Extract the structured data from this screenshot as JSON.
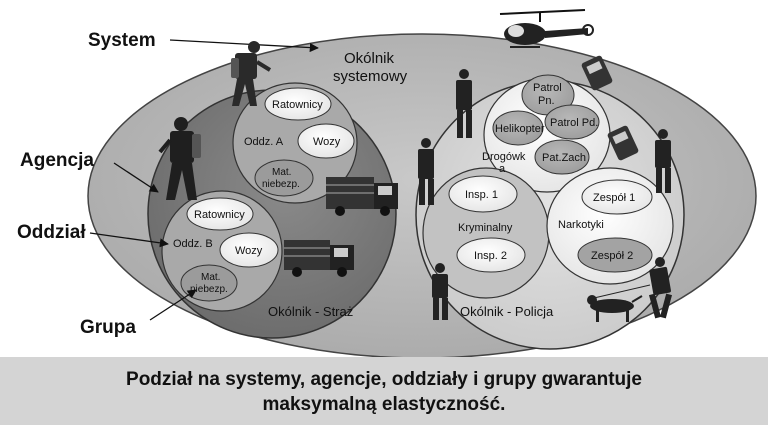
{
  "labels": {
    "system": "System",
    "agencja": "Agencja",
    "oddzial": "Oddział",
    "grupa": "Grupa"
  },
  "system_circular": [
    "Okólnik",
    "systemowy"
  ],
  "straz": {
    "circular": "Okólnik - Straż",
    "oddz_a": {
      "name": "Oddz. A",
      "groups": [
        "Ratownicy",
        "Wozy"
      ],
      "mat": [
        "Mat.",
        "niebezp."
      ]
    },
    "oddz_b": {
      "name": "Oddz. B",
      "groups": [
        "Ratownicy",
        "Wozy"
      ],
      "mat": [
        "Mat.",
        "niebezp."
      ]
    }
  },
  "policja": {
    "circular": "Okólnik - Policja",
    "drogowka": {
      "name": [
        "Drogówk",
        "a"
      ],
      "groups": [
        "Patrol",
        "Pn.",
        "Helikopter",
        "Patrol Pd.",
        "Pat.Zach"
      ]
    },
    "kryminalny": {
      "name": "Kryminalny",
      "groups": [
        "Insp. 1",
        "Insp. 2"
      ]
    },
    "narkotyki": {
      "name": "Narkotyki",
      "groups": [
        "Zespół 1",
        "Zespół 2"
      ]
    }
  },
  "caption": {
    "line1": "Podział na systemy, agencje, oddziały i grupy gwarantuje",
    "line2": "maksymalną elastyczność."
  },
  "icons": [
    "helicopter-icon",
    "firefighter-icon",
    "fire-truck-icon",
    "police-officer-icon",
    "police-car-icon",
    "police-dog-icon"
  ]
}
